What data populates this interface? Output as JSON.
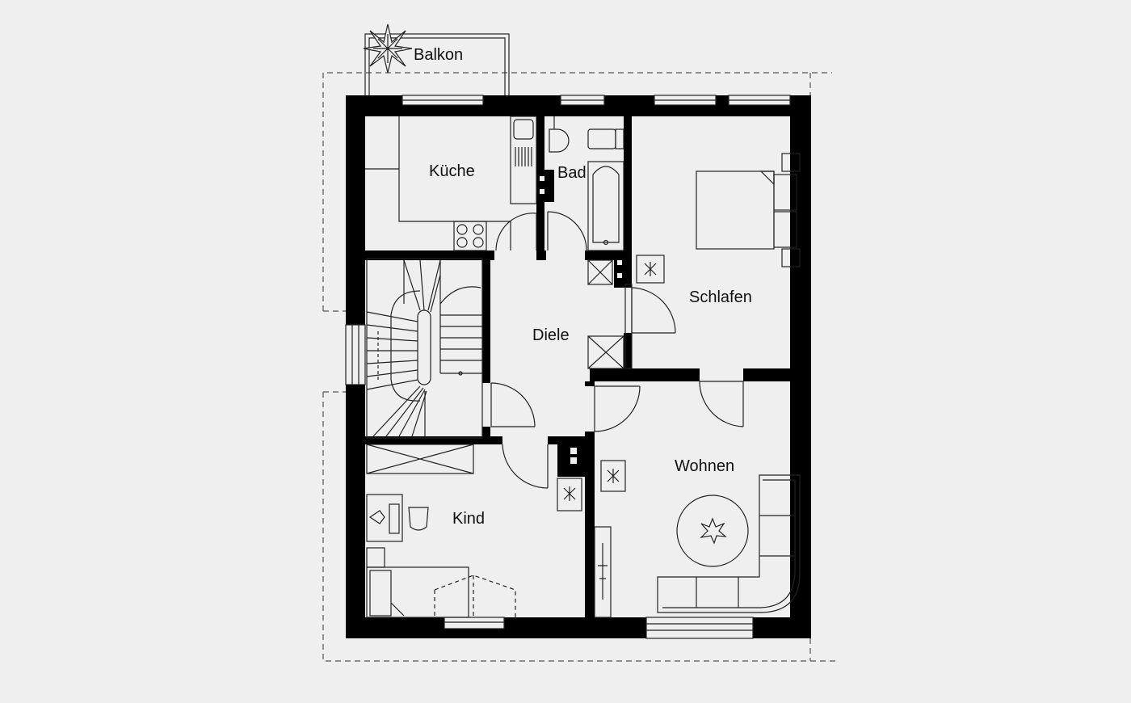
{
  "rooms": {
    "balcony": "Balkon",
    "kitchen": "Küche",
    "bath": "Bad",
    "bedroom": "Schlafen",
    "hall": "Diele",
    "living": "Wohnen",
    "child": "Kind"
  },
  "icons": {
    "plant": "plant-icon",
    "stove": "stove-icon",
    "sink": "sink-icon",
    "toilet": "toilet-icon",
    "bathtub": "bathtub-icon",
    "bed": "bed-icon",
    "staircase": "staircase-icon",
    "desk": "desk-icon",
    "table": "round-table-icon",
    "sofa": "sofa-icon"
  },
  "colors": {
    "wall": "#000000",
    "line": "#222222",
    "background": "#efefef"
  }
}
